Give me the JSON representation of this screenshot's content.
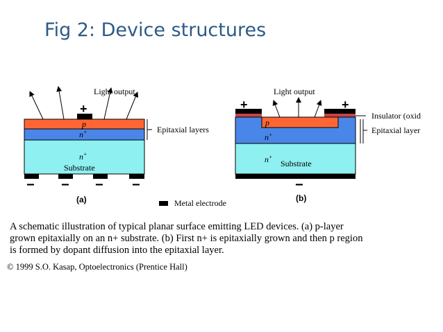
{
  "title": "Fig 2: Device structures",
  "diagram_a": {
    "light_label": "Light output",
    "plus": "+",
    "minus": "−",
    "p_label": "p",
    "n_label": "n",
    "n_sup": "+",
    "n_sub_label": "n",
    "n_sub_sup": "+",
    "substrate_label": "Substrate",
    "epitaxial_label": "Epitaxial layers",
    "panel_label": "(a)"
  },
  "diagram_b": {
    "light_label": "Light output",
    "plus_left": "+",
    "plus_right": "+",
    "minus": "−",
    "p_label": "p",
    "n_label": "n",
    "n_sup": "+",
    "n_sub_label": "n",
    "n_sub_sup": "+",
    "substrate_label": "Substrate",
    "insulator_label": "Insulator (oxid",
    "epitaxial_label": "Epitaxial layer",
    "panel_label": "(b)"
  },
  "legend": {
    "metal_label": "Metal electrode"
  },
  "caption": {
    "line1": "A schematic illustration of typical planar surface emitting LED devices. (a) p-layer",
    "line2": "grown epitaxially on an n+ substrate. (b) First n+ is epitaxially grown and then p region",
    "line3": "is formed by dopant diffusion into the epitaxial layer."
  },
  "credit": "© 1999 S.O. Kasap, Optoelectronics (Prentice Hall)",
  "colors": {
    "title": "#2e5a87",
    "p_layer": "#ff6633",
    "n_layer": "#4a86e8",
    "substrate": "#8ef0f0",
    "metal": "#000000"
  }
}
